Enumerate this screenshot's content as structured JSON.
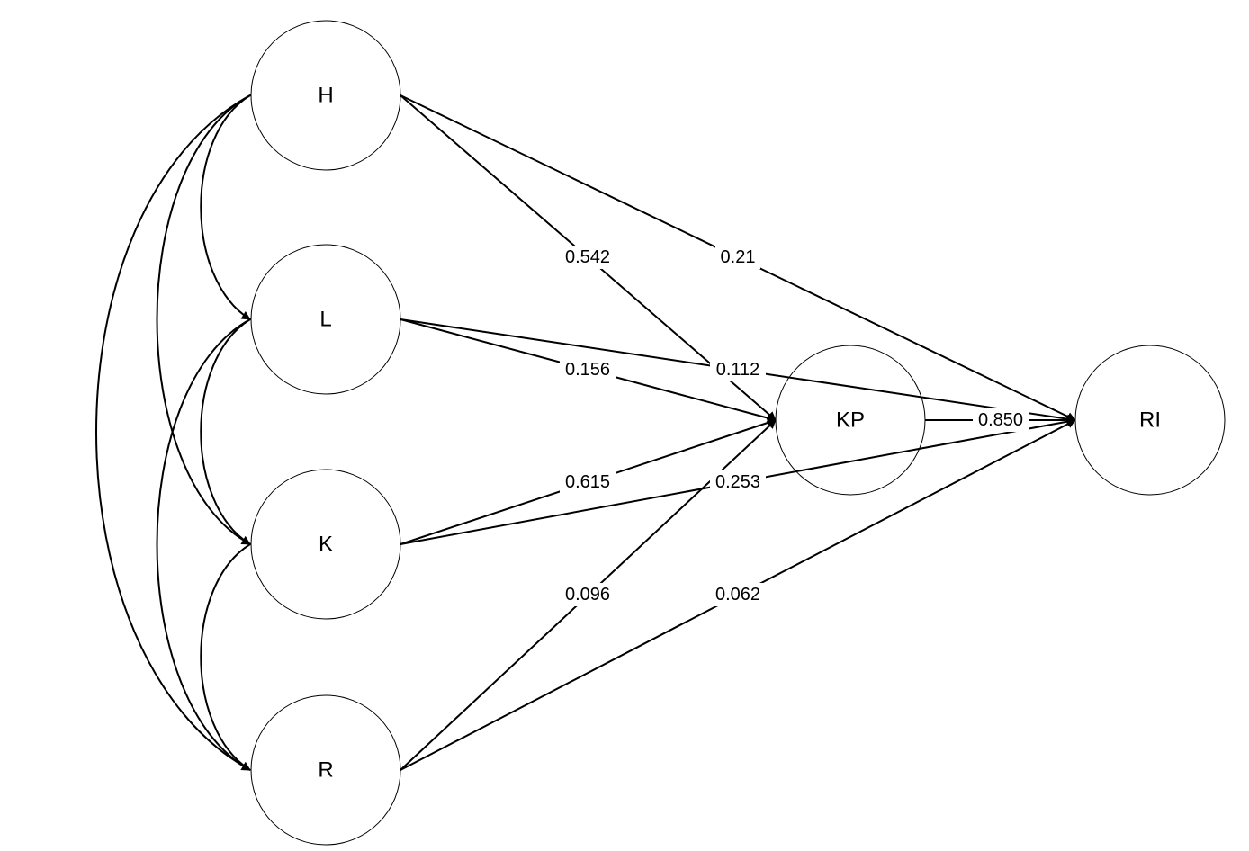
{
  "nodes": {
    "H": "H",
    "L": "L",
    "K": "K",
    "R": "R",
    "KP": "KP",
    "RI": "RI"
  },
  "paths": {
    "H_KP": "0.542",
    "H_RI": "0.21",
    "L_KP": "0.156",
    "L_RI": "0.112",
    "K_KP": "0.615",
    "K_RI": "0.253",
    "R_KP": "0.096",
    "R_RI": "0.062",
    "KP_RI": "0.850"
  },
  "colors": {
    "stroke": "#000000",
    "background": "#ffffff"
  }
}
